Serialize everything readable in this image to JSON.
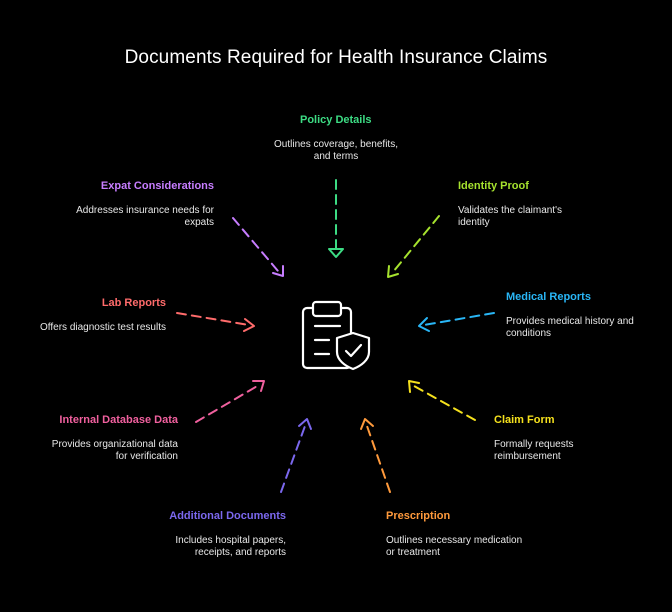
{
  "title": "Documents Required for Health Insurance Claims",
  "items": [
    {
      "key": "policy",
      "title": "Policy Details",
      "desc": "Outlines coverage, benefits, and terms",
      "color": "#3ddc84",
      "icon": "arrow-down-icon"
    },
    {
      "key": "identity",
      "title": "Identity Proof",
      "desc": "Validates the claimant's identity",
      "color": "#a6e22e",
      "icon": "arrow-down-left-icon"
    },
    {
      "key": "medical",
      "title": "Medical Reports",
      "desc": "Provides medical history and conditions",
      "color": "#29b6f6",
      "icon": "arrow-left-icon"
    },
    {
      "key": "claim",
      "title": "Claim Form",
      "desc": "Formally requests reimbursement",
      "color": "#f5e11d",
      "icon": "arrow-up-left-icon"
    },
    {
      "key": "prescription",
      "title": "Prescription",
      "desc": "Outlines necessary medication or treatment",
      "color": "#ff9a3c",
      "icon": "arrow-up-icon"
    },
    {
      "key": "additional",
      "title": "Additional Documents",
      "desc": "Includes hospital papers, receipts, and reports",
      "color": "#7b68ee",
      "icon": "arrow-up-icon"
    },
    {
      "key": "internal",
      "title": "Internal Database Data",
      "desc": "Provides organizational data for verification",
      "color": "#f0609e",
      "icon": "arrow-up-right-icon"
    },
    {
      "key": "lab",
      "title": "Lab Reports",
      "desc": "Offers diagnostic test results",
      "color": "#ff6b6b",
      "icon": "arrow-right-icon"
    },
    {
      "key": "expat",
      "title": "Expat Considerations",
      "desc": "Addresses insurance needs for expats",
      "color": "#c77dff",
      "icon": "arrow-down-right-icon"
    }
  ],
  "center": {
    "icon": "clipboard-check-icon"
  }
}
